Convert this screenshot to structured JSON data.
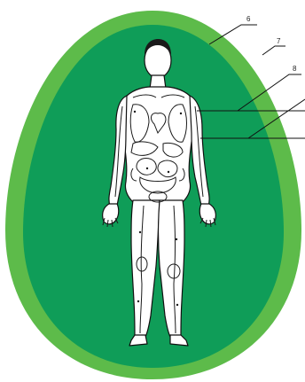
{
  "colors": {
    "outer_ring": "#5dbb4a",
    "inner_field": "#0f9d58",
    "figure_fill": "#ffffff",
    "figure_line": "#111111",
    "leader_line": "#111111"
  },
  "callouts": [
    {
      "id": "6",
      "label": "6"
    },
    {
      "id": "7",
      "label": "7"
    },
    {
      "id": "8",
      "label": "8"
    }
  ],
  "figure": {
    "icon": "human-anatomy-figure",
    "view": "anterior"
  }
}
